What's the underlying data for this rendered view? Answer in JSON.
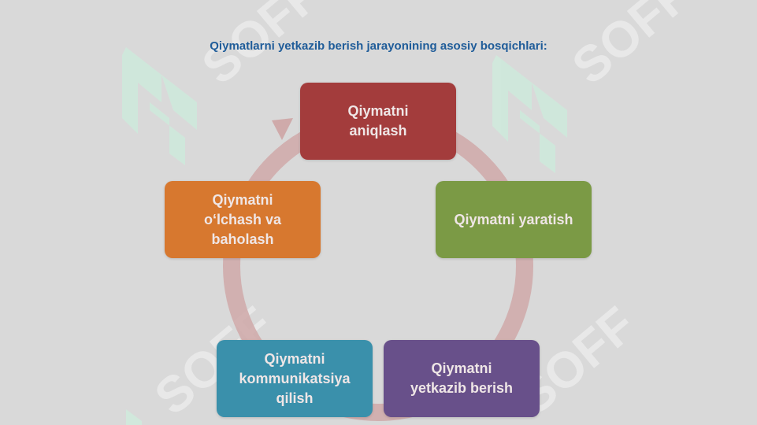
{
  "title": "Qiymatlarni yetkazib berish jarayonining asosiy bosqichlari:",
  "steps": [
    {
      "label": "Qiymatni\naniqlash",
      "color": "#a33c3c"
    },
    {
      "label": "Qiymatni yaratish",
      "color": "#7b9a45"
    },
    {
      "label": "Qiymatni\nyetkazib berish",
      "color": "#68508a"
    },
    {
      "label": "Qiymatni\nkommunikatsiya\nqilish",
      "color": "#3a90ab"
    },
    {
      "label": "Qiymatni\no‘lchash va\nbaholash",
      "color": "#d7782f"
    }
  ],
  "cycle_color": "#cfa8a8",
  "watermark": {
    "text": "SOFF",
    "color": "#cfe9dc"
  }
}
